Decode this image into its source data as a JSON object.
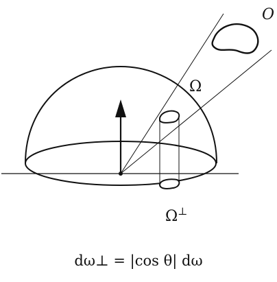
{
  "labels": {
    "object": "O",
    "solid_angle": "Ω",
    "projected": "Ω",
    "projected_sup": "⊥"
  },
  "formula": "dω⊥ = |cos θ| dω"
}
